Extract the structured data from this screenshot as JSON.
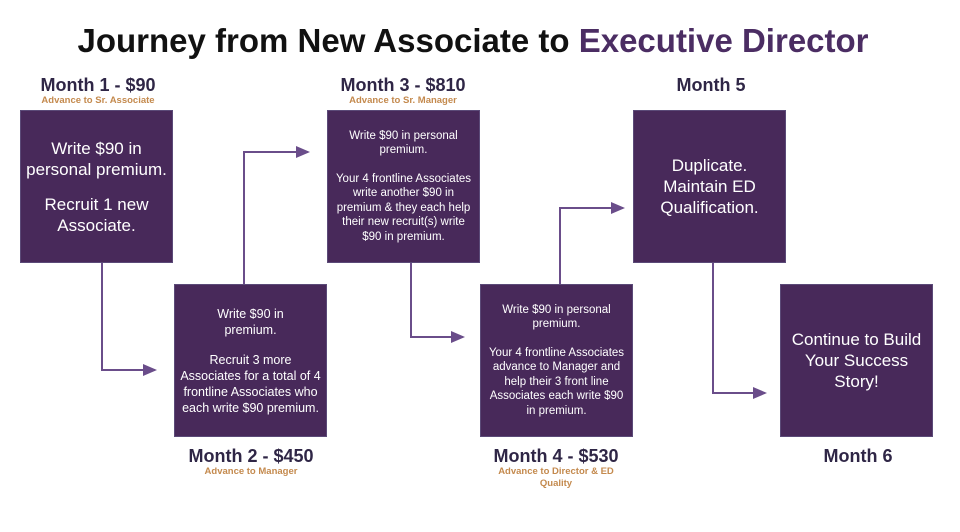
{
  "title": {
    "prefix": "Journey from New Associate to ",
    "accent": "Executive Director"
  },
  "steps": [
    {
      "month": "Month 1 - $90",
      "advance": "Advance to Sr. Associate",
      "text": [
        "Write $90 in personal premium.",
        "Recruit 1 new Associate."
      ]
    },
    {
      "month": "Month 2 - $450",
      "advance": "Advance to Manager",
      "text": [
        "Write $90 in premium.",
        "Recruit 3 more Associates for a total of 4 frontline Associates who each write $90 premium."
      ]
    },
    {
      "month": "Month 3 - $810",
      "advance": "Advance to Sr. Manager",
      "text": [
        "Write $90 in personal premium.",
        "Your 4 frontline Associates write another $90 in premium & they each help their new recruit(s) write $90 in premium."
      ]
    },
    {
      "month": "Month 4 - $530",
      "advance": "Advance to Director & ED Quality",
      "text": [
        "Write $90 in personal premium.",
        "Your 4 frontline Associates advance to Manager and help their 3 front line Associates each write $90 in premium."
      ]
    },
    {
      "month": "Month 5",
      "text": [
        "Duplicate. Maintain ED Qualification."
      ]
    },
    {
      "month": "Month 6",
      "text": [
        "Continue to Build Your Success Story!"
      ]
    }
  ],
  "colors": {
    "box": "#48295a",
    "month": "#2f2646",
    "advance": "#c48a4e",
    "accent": "#4b2d63"
  }
}
